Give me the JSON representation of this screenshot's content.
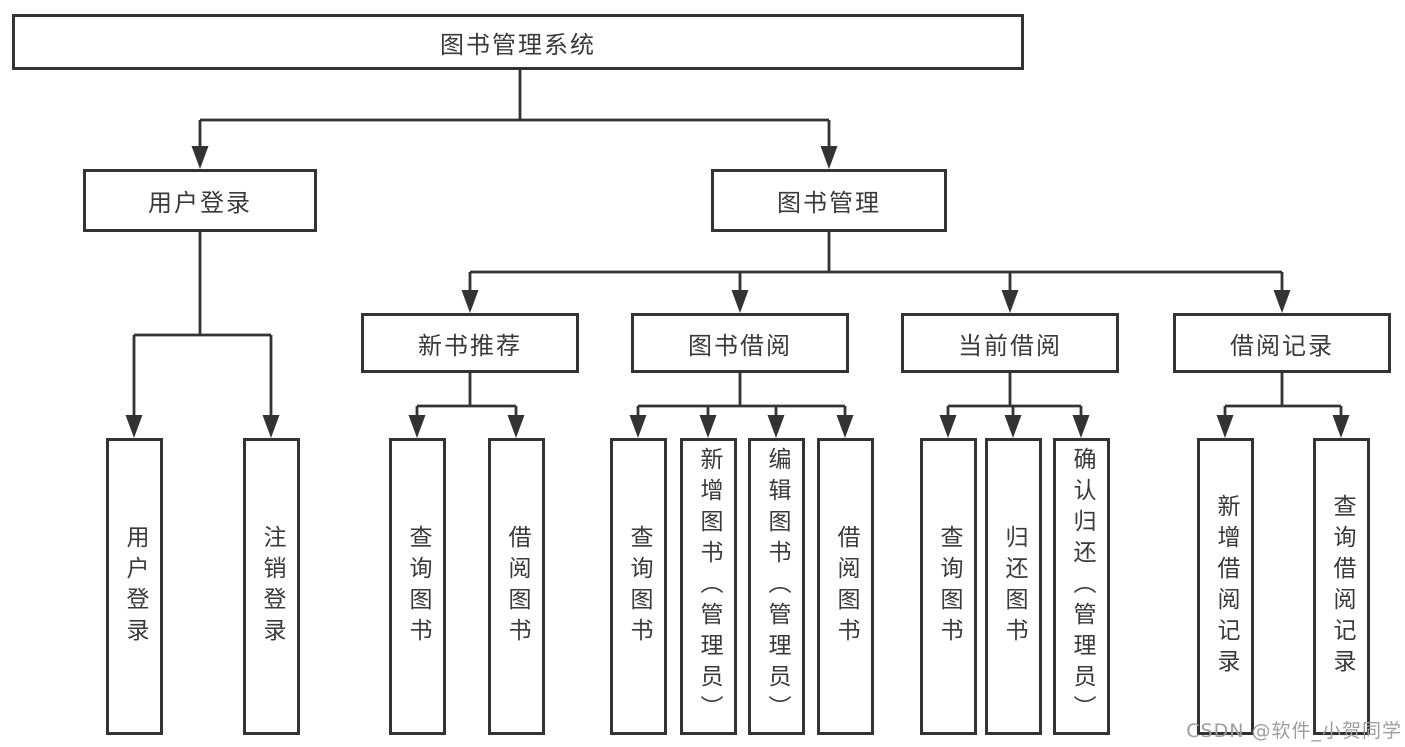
{
  "diagram": {
    "title": "图书管理系统",
    "watermark": "CSDN @软件_小贺同学",
    "colors": {
      "line": "#333333",
      "text": "#3a3a3a",
      "background": "#ffffff",
      "watermark": "#9e9e9e"
    },
    "root": {
      "label": "图书管理系统"
    },
    "level2": [
      {
        "label": "用户登录",
        "parent": "图书管理系统"
      },
      {
        "label": "图书管理",
        "parent": "图书管理系统"
      }
    ],
    "level3": [
      {
        "label": "新书推荐",
        "parent": "图书管理"
      },
      {
        "label": "图书借阅",
        "parent": "图书管理"
      },
      {
        "label": "当前借阅",
        "parent": "图书管理"
      },
      {
        "label": "借阅记录",
        "parent": "图书管理"
      }
    ],
    "leaves": [
      {
        "label": "用户登录",
        "parent": "用户登录"
      },
      {
        "label": "注销登录",
        "parent": "用户登录"
      },
      {
        "label": "查询图书",
        "parent": "新书推荐"
      },
      {
        "label": "借阅图书",
        "parent": "新书推荐"
      },
      {
        "label": "查询图书",
        "parent": "图书借阅"
      },
      {
        "label": "新增图书（管理员）",
        "parent": "图书借阅"
      },
      {
        "label": "编辑图书（管理员）",
        "parent": "图书借阅"
      },
      {
        "label": "借阅图书",
        "parent": "图书借阅"
      },
      {
        "label": "查询图书",
        "parent": "当前借阅"
      },
      {
        "label": "归还图书",
        "parent": "当前借阅"
      },
      {
        "label": "确认归还（管理员）",
        "parent": "当前借阅"
      },
      {
        "label": "新增借阅记录",
        "parent": "借阅记录"
      },
      {
        "label": "查询借阅记录",
        "parent": "借阅记录"
      }
    ]
  }
}
